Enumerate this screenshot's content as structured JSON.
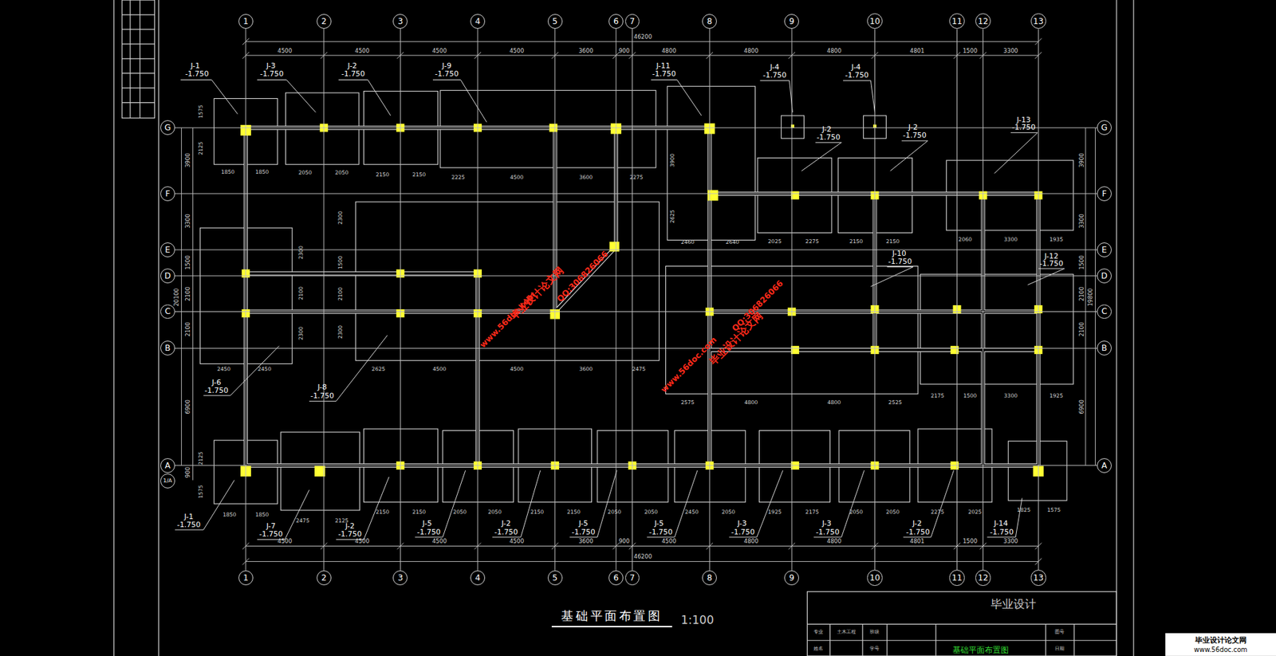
{
  "diagram": {
    "title": "基础平面布置图",
    "nodes": [
      {
        "text": [
          "1"
        ]
      },
      {
        "text": [
          "2"
        ]
      },
      {
        "text": [
          "3"
        ]
      },
      {
        "text": [
          "4"
        ]
      },
      {
        "text": [
          "5"
        ]
      },
      {
        "text": [
          "6"
        ]
      },
      {
        "text": [
          "7"
        ]
      },
      {
        "text": [
          "8"
        ]
      },
      {
        "text": [
          "9"
        ]
      },
      {
        "text": [
          "10"
        ]
      },
      {
        "text": [
          "11"
        ]
      },
      {
        "text": [
          "12"
        ]
      },
      {
        "text": [
          "13"
        ]
      },
      {
        "text": [
          "G"
        ]
      },
      {
        "text": [
          "F"
        ]
      },
      {
        "text": [
          "E"
        ]
      },
      {
        "text": [
          "D"
        ]
      },
      {
        "text": [
          "C"
        ]
      },
      {
        "text": [
          "B"
        ]
      },
      {
        "text": [
          "A"
        ]
      },
      {
        "text": [
          "1/A"
        ]
      },
      {
        "text": [
          "G"
        ]
      },
      {
        "text": [
          "F"
        ]
      },
      {
        "text": [
          "E"
        ]
      },
      {
        "text": [
          "D"
        ]
      },
      {
        "text": [
          "C"
        ]
      },
      {
        "text": [
          "B"
        ]
      },
      {
        "text": [
          "A"
        ]
      },
      {
        "text": [
          "1"
        ]
      },
      {
        "text": [
          "2"
        ]
      },
      {
        "text": [
          "3"
        ]
      },
      {
        "text": [
          "4"
        ]
      },
      {
        "text": [
          "5"
        ]
      },
      {
        "text": [
          "6"
        ]
      },
      {
        "text": [
          "7"
        ]
      },
      {
        "text": [
          "8"
        ]
      },
      {
        "text": [
          "9"
        ]
      },
      {
        "text": [
          "10"
        ]
      },
      {
        "text": [
          "11"
        ]
      },
      {
        "text": [
          "12"
        ]
      },
      {
        "text": [
          "13"
        ]
      }
    ],
    "edges": [
      {
        "from": 0,
        "to": 28,
        "arrow": "none"
      },
      {
        "from": 1,
        "to": 29,
        "arrow": "none"
      },
      {
        "from": 2,
        "to": 30,
        "arrow": "none"
      },
      {
        "from": 3,
        "to": 31,
        "arrow": "none"
      },
      {
        "from": 4,
        "to": 32,
        "arrow": "none"
      },
      {
        "from": 5,
        "to": 33,
        "arrow": "none"
      },
      {
        "from": 6,
        "to": 34,
        "arrow": "none"
      },
      {
        "from": 7,
        "to": 35,
        "arrow": "none"
      },
      {
        "from": 8,
        "to": 36,
        "arrow": "none"
      },
      {
        "from": 9,
        "to": 37,
        "arrow": "none"
      },
      {
        "from": 10,
        "to": 38,
        "arrow": "none"
      },
      {
        "from": 11,
        "to": 39,
        "arrow": "none"
      },
      {
        "from": 12,
        "to": 40,
        "arrow": "none"
      },
      {
        "from": 13,
        "to": 21,
        "arrow": "none"
      },
      {
        "from": 14,
        "to": 22,
        "arrow": "none"
      },
      {
        "from": 15,
        "to": 23,
        "arrow": "none"
      },
      {
        "from": 16,
        "to": 24,
        "arrow": "none"
      },
      {
        "from": 17,
        "to": 25,
        "arrow": "none"
      },
      {
        "from": 18,
        "to": 26,
        "arrow": "none"
      },
      {
        "from": 19,
        "to": 27,
        "arrow": "none"
      }
    ],
    "labels": [
      "46200",
      "4500",
      "4500",
      "4500",
      "4500",
      "3600",
      "900",
      "4800",
      "4800",
      "4800",
      "4801",
      "1500",
      "3300",
      "4500",
      "4500",
      "4500",
      "4500",
      "3600",
      "900",
      "4500",
      "4800",
      "4800",
      "4801",
      "1500",
      "3300",
      "46200",
      "3900",
      "3300",
      "1500",
      "2100",
      "2100",
      "6900",
      "900",
      "20100",
      "3900",
      "3300",
      "1500",
      "2100",
      "2100",
      "6900",
      "19800",
      "J-1",
      "-1.750",
      "J-3",
      "-1.750",
      "J-2",
      "-1.750",
      "J-9",
      "-1.750",
      "J-11",
      "-1.750",
      "J-4",
      "-1.750",
      "J-4",
      "-1.750",
      "J-2",
      "-1.750",
      "J-2",
      "-1.750",
      "J-13",
      "-1.750",
      "J-10",
      "-1.750",
      "J-12",
      "-1.750",
      "J-6",
      "-1.750",
      "J-8",
      "-1.750",
      "J-1",
      "-1.750",
      "J-7",
      "-1.750",
      "J-2",
      "-1.750",
      "J-5",
      "-1.750",
      "J-2",
      "-1.750",
      "J-5",
      "-1.750",
      "J-5",
      "-1.750",
      "J-3",
      "-1.750",
      "J-3",
      "-1.750",
      "J-2",
      "-1.750",
      "J-14",
      "-1.750",
      "1850",
      "1850",
      "2050",
      "2050",
      "2150",
      "2150",
      "2225",
      "4500",
      "3600",
      "2275",
      "2460",
      "2640",
      "2025",
      "2275",
      "2150",
      "2150",
      "2060",
      "3300",
      "1935",
      "2450",
      "2450",
      "2625",
      "4500",
      "4500",
      "3600",
      "2475",
      "2575",
      "4800",
      "4800",
      "2525",
      "2175",
      "1500",
      "3300",
      "1925",
      "1850",
      "1850",
      "2475",
      "2125",
      "2150",
      "2150",
      "2050",
      "2050",
      "2150",
      "2150",
      "2050",
      "2050",
      "2450",
      "2050",
      "1925",
      "2175",
      "2050",
      "2050",
      "2275",
      "2025",
      "1825",
      "1575",
      "1575",
      "2125",
      "2125",
      "1575",
      "3900",
      "2625",
      "2300",
      "2100",
      "2300",
      "2300",
      "1500",
      "2100",
      "2300",
      "毕业设计论文网",
      "www.56doc.com",
      "QQ:306826066",
      "毕业设计论文网",
      "www.56doc.com",
      "QQ:306826066",
      "1:100",
      "毕业设计",
      "专业",
      "土木工程",
      "班级",
      "姓名",
      "学号",
      "图号",
      "日期",
      "基础平面布置图",
      "毕业设计论文网",
      "www.56doc.com"
    ]
  }
}
